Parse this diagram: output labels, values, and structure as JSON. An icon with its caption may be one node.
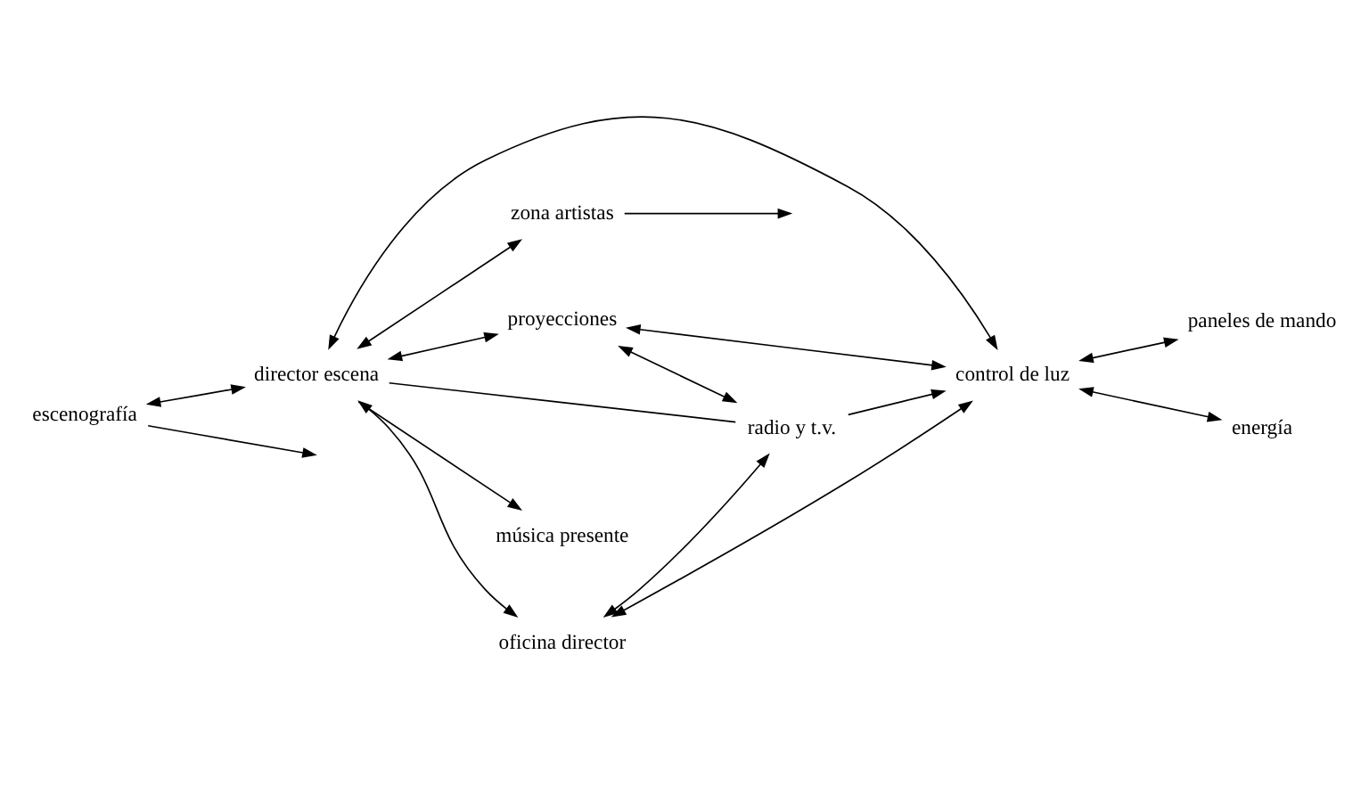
{
  "diagram": {
    "nodes": [
      {
        "text": [
          "proyecciones"
        ]
      },
      {
        "text": [
          "zona artistas"
        ]
      },
      {
        "text": [
          "oficina director"
        ]
      },
      {
        "text": [
          "director escena"
        ]
      },
      {
        "text": [
          "escenografía"
        ]
      },
      {
        "text": [
          "control de luz"
        ]
      },
      {
        "text": [
          "paneles de mando"
        ]
      },
      {
        "text": [
          "música presente"
        ]
      },
      {
        "text": [
          "radio y t.v."
        ]
      },
      {
        "text": [
          "energía"
        ]
      }
    ],
    "edges": [
      {
        "from": 1,
        "to": null,
        "arrow": "to"
      },
      {
        "from": 3,
        "to": 1,
        "arrow": "both"
      },
      {
        "from": 3,
        "to": 0,
        "arrow": "both"
      },
      {
        "from": 3,
        "to": 2,
        "arrow": "both"
      },
      {
        "from": 4,
        "to": null,
        "arrow": "to"
      },
      {
        "from": 4,
        "to": 3,
        "arrow": "both"
      },
      {
        "from": 3,
        "to": 5,
        "arrow": "both"
      },
      {
        "from": 0,
        "to": 8,
        "arrow": "both"
      },
      {
        "from": 0,
        "to": 5,
        "arrow": "both"
      },
      {
        "from": 2,
        "to": 8,
        "arrow": "both"
      },
      {
        "from": 2,
        "to": 5,
        "arrow": "both"
      },
      {
        "from": 5,
        "to": 6,
        "arrow": "both"
      },
      {
        "from": 5,
        "to": 9,
        "arrow": "both"
      },
      {
        "from": 3,
        "to": 7,
        "arrow": "to"
      },
      {
        "from": 3,
        "to": 8,
        "arrow": "none"
      },
      {
        "from": 8,
        "to": 5,
        "arrow": "to"
      }
    ]
  }
}
